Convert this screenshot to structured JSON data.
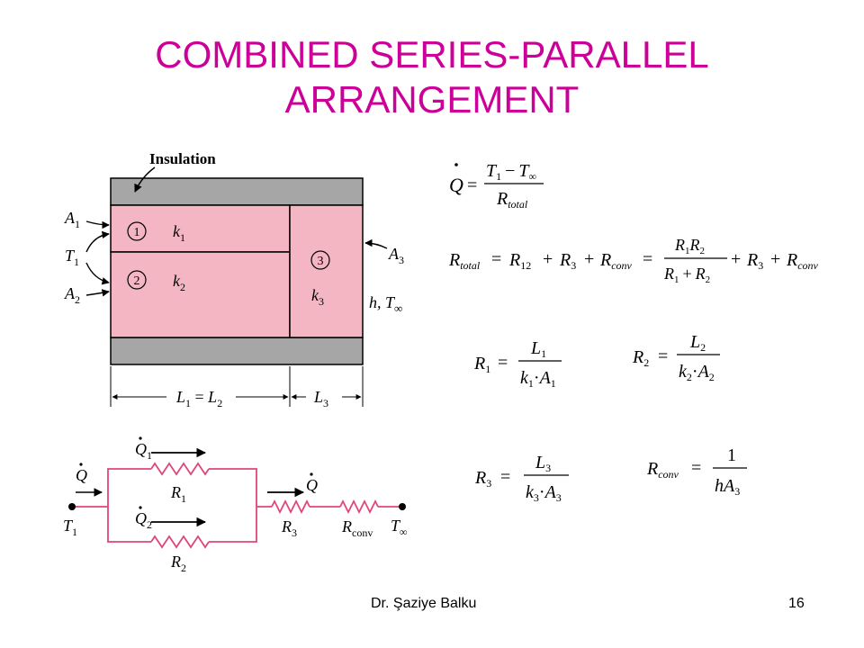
{
  "slide": {
    "title_line1": "COMBINED SERIES-PARALLEL",
    "title_line2": "ARRANGEMENT",
    "author": "Dr. Şaziye Balku",
    "page_number": "16"
  },
  "colors": {
    "title": "#CC0099",
    "insulation": "#A6A6A6",
    "layer_fill": "#F4B6C2",
    "circuit_wire": "#E0457B",
    "text": "#000000"
  },
  "figure": {
    "insulation_label": "Insulation",
    "A1": "A",
    "A1_sub": "1",
    "T1": "T",
    "T1_sub": "1",
    "A2": "A",
    "A2_sub": "2",
    "A3": "A",
    "A3_sub": "3",
    "layer1_num": "1",
    "layer2_num": "2",
    "layer3_num": "3",
    "k1": "k",
    "k1_sub": "1",
    "k2": "k",
    "k2_sub": "2",
    "k3": "k",
    "k3_sub": "3",
    "h_T": "h, T",
    "inf": "∞",
    "L1": "L",
    "L1_sub": "1",
    "eq": " = ",
    "L2": "L",
    "L2_sub": "2",
    "L3": "L",
    "L3_sub": "3"
  },
  "circuit": {
    "Q": "Q",
    "Q1_sub": "1",
    "Q2_sub": "2",
    "R": "R",
    "R1_sub": "1",
    "R2_sub": "2",
    "R3_sub": "3",
    "Rconv_sub": "conv",
    "T": "T",
    "T1_sub": "1",
    "Tinf_sub": "∞"
  },
  "equations": {
    "Q": "Q",
    "equals": "=",
    "minus": "−",
    "plus": "+",
    "dot_op": "·",
    "T": "T",
    "R": "R",
    "L": "L",
    "k": "k",
    "A": "A",
    "h": "h",
    "one": "1",
    "sub_1": "1",
    "sub_2": "2",
    "sub_3": "3",
    "sub_12": "12",
    "sub_inf": "∞",
    "sub_total": "total",
    "sub_conv": "conv"
  }
}
